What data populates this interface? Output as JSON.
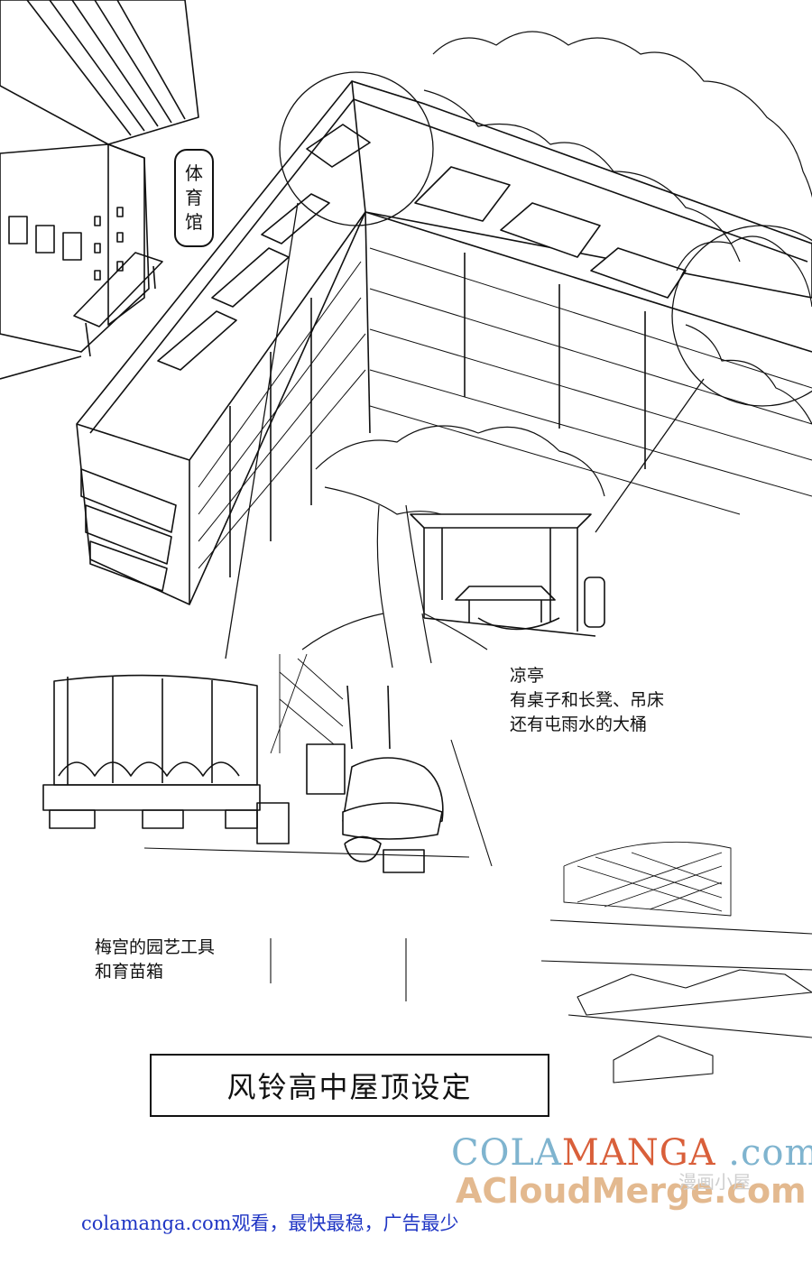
{
  "gym_label": [
    "体",
    "育",
    "馆"
  ],
  "pavilion_note": [
    "凉亭",
    "有桌子和长凳、吊床",
    "还有屯雨水的大桶"
  ],
  "garden_note": [
    "梅宫的园艺工具",
    "和育苗箱"
  ],
  "title": "风铃高中屋顶设定",
  "watermark": {
    "logo_part1": "COLA",
    "logo_part2": "MANGA",
    "logo_part3": " .com",
    "line2": "ACloudMerge.com",
    "faint": "漫画小屋"
  },
  "footer_text": "colamanga.com观看，最快最稳，广告最少"
}
